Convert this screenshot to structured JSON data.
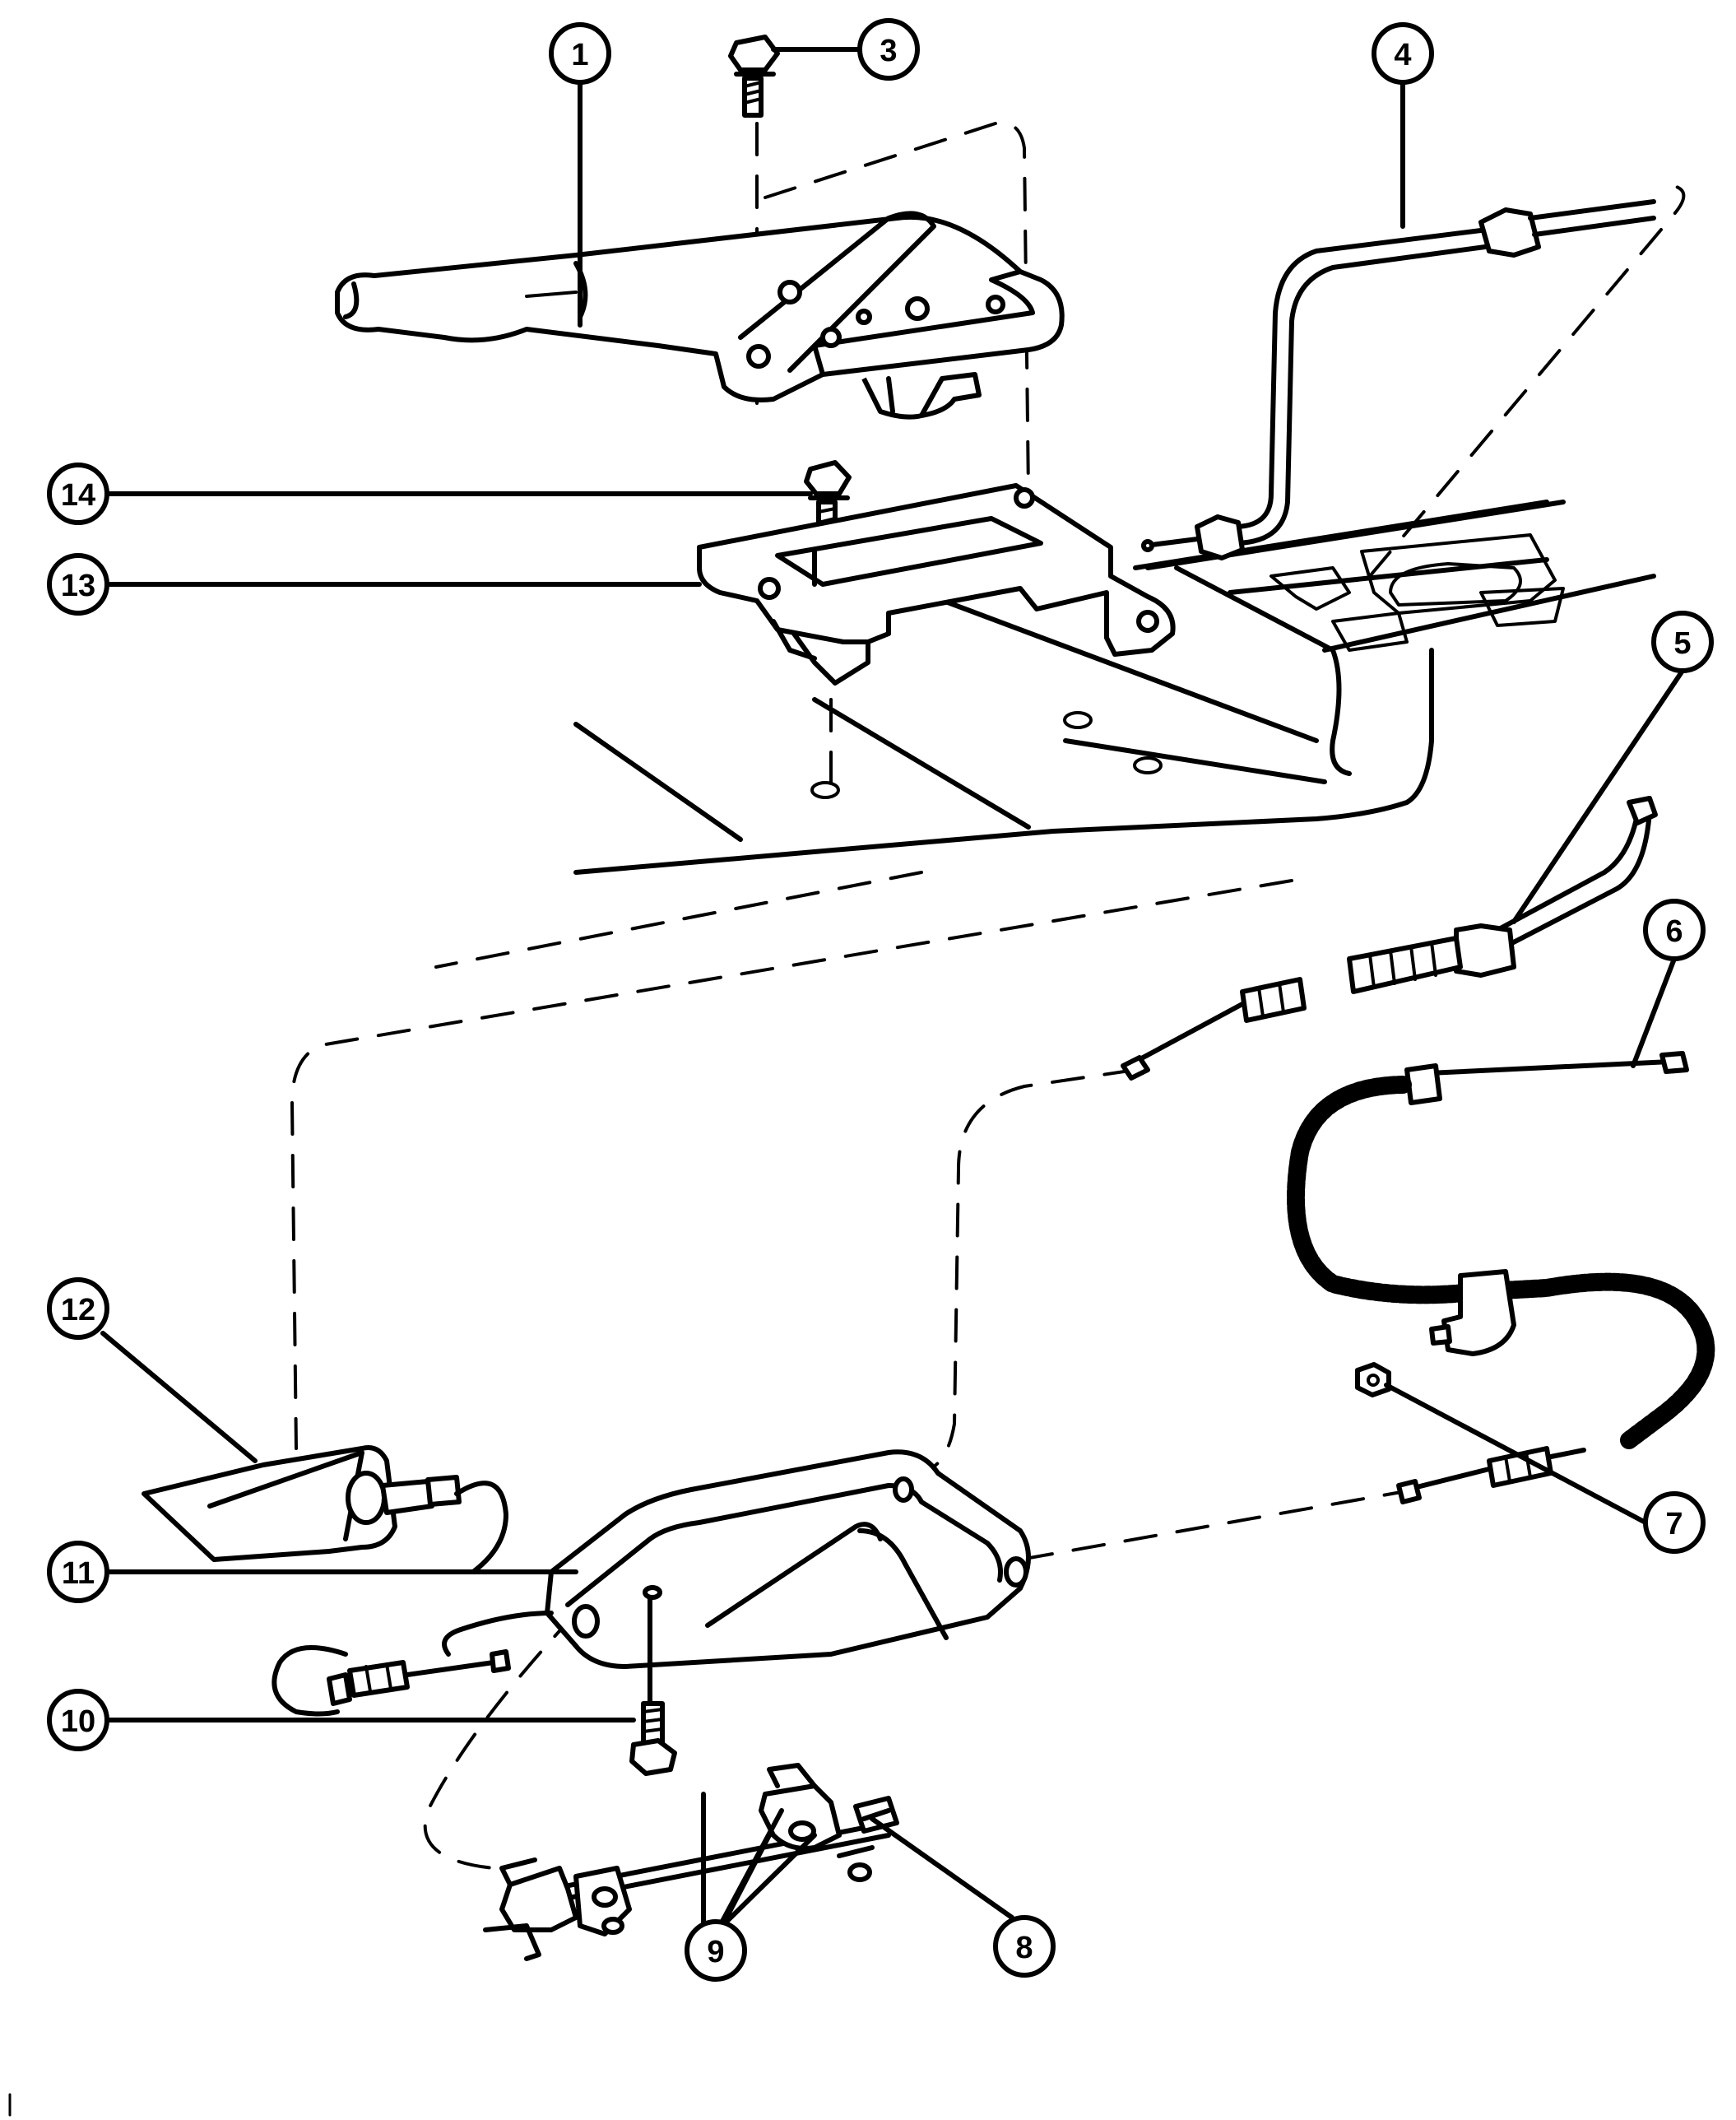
{
  "callouts": [
    {
      "id": "1",
      "label": "1"
    },
    {
      "id": "3",
      "label": "3"
    },
    {
      "id": "4",
      "label": "4"
    },
    {
      "id": "5",
      "label": "5"
    },
    {
      "id": "6",
      "label": "6"
    },
    {
      "id": "7",
      "label": "7"
    },
    {
      "id": "8",
      "label": "8"
    },
    {
      "id": "9",
      "label": "9"
    },
    {
      "id": "10",
      "label": "10"
    },
    {
      "id": "11",
      "label": "11"
    },
    {
      "id": "12",
      "label": "12"
    },
    {
      "id": "13",
      "label": "13"
    },
    {
      "id": "14",
      "label": "14"
    }
  ],
  "colors": {
    "ink": "#000000",
    "paper": "#ffffff"
  }
}
